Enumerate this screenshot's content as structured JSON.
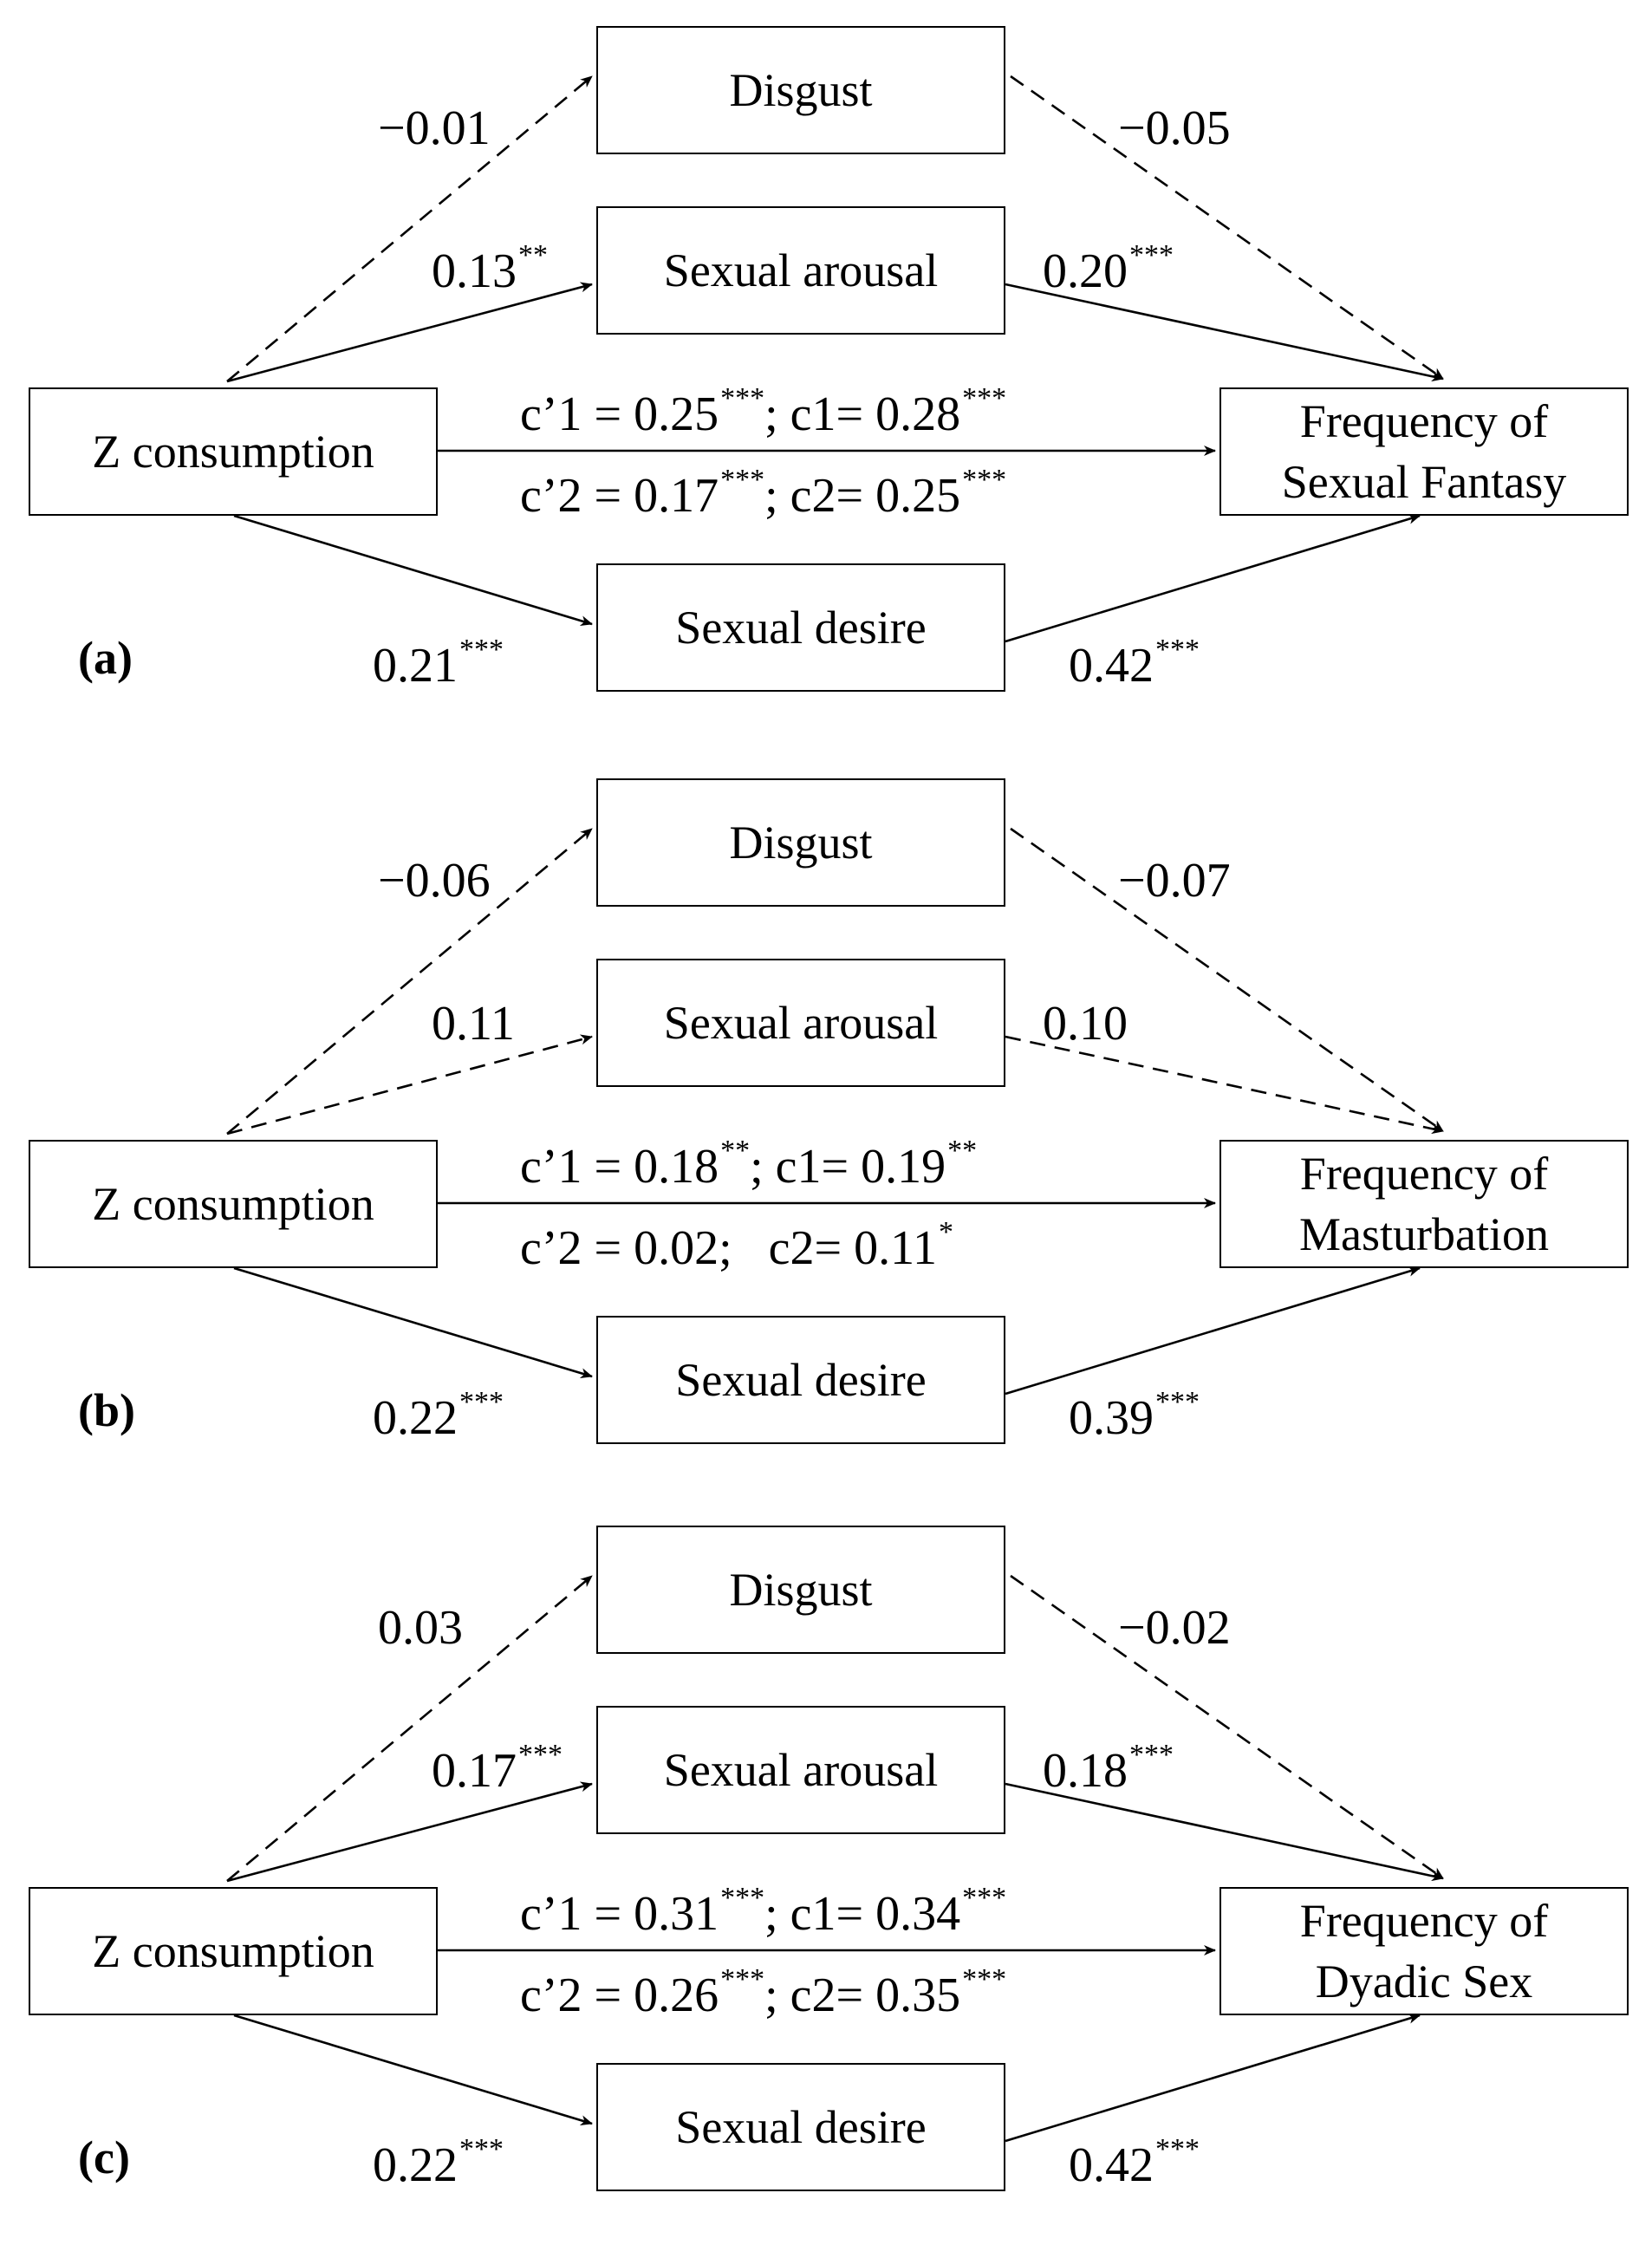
{
  "panels": [
    {
      "label": "(a)",
      "predictor": "Z consumption",
      "mediators": {
        "disgust": "Disgust",
        "arousal": "Sexual arousal",
        "desire": "Sexual desire"
      },
      "outcome_line1": "Frequency of",
      "outcome_line2": "Sexual Fantasy",
      "coef": {
        "disgust_a": "−0.01",
        "disgust_a_sig": "",
        "disgust_b": "−0.05",
        "disgust_b_sig": "",
        "arousal_a": "0.13",
        "arousal_a_sig": "**",
        "arousal_b": "0.20",
        "arousal_b_sig": "***",
        "desire_a": "0.21",
        "desire_a_sig": "***",
        "desire_b": "0.42",
        "desire_b_sig": "***",
        "direct1_a": "c’1 = 0.25",
        "direct1_a_sig": "***",
        "direct1_b": "; c1= 0.28",
        "direct1_b_sig": "***",
        "direct2_a": "c’2 = 0.17",
        "direct2_a_sig": "***",
        "direct2_b": "; c2= 0.25",
        "direct2_b_sig": "***"
      },
      "paths": {
        "disgust_a": "dashed",
        "disgust_b": "dashed",
        "arousal_a": "solid",
        "arousal_b": "solid",
        "desire_a": "solid",
        "desire_b": "solid"
      }
    },
    {
      "label": "(b)",
      "predictor": "Z consumption",
      "mediators": {
        "disgust": "Disgust",
        "arousal": "Sexual arousal",
        "desire": "Sexual desire"
      },
      "outcome_line1": "Frequency of",
      "outcome_line2": "Masturbation",
      "coef": {
        "disgust_a": "−0.06",
        "disgust_a_sig": "",
        "disgust_b": "−0.07",
        "disgust_b_sig": "",
        "arousal_a": "0.11",
        "arousal_a_sig": "",
        "arousal_b": "0.10",
        "arousal_b_sig": "",
        "desire_a": "0.22",
        "desire_a_sig": "***",
        "desire_b": "0.39",
        "desire_b_sig": "***",
        "direct1_a": "c’1 = 0.18",
        "direct1_a_sig": "**",
        "direct1_b": "; c1= 0.19",
        "direct1_b_sig": "**",
        "direct2_a": "c’2 = 0.02;",
        "direct2_a_sig": "",
        "direct2_b": "c2= 0.11",
        "direct2_b_sig": "*"
      },
      "paths": {
        "disgust_a": "dashed",
        "disgust_b": "dashed",
        "arousal_a": "dashed",
        "arousal_b": "dashed",
        "desire_a": "solid",
        "desire_b": "solid"
      }
    },
    {
      "label": "(c)",
      "predictor": "Z consumption",
      "mediators": {
        "disgust": "Disgust",
        "arousal": "Sexual arousal",
        "desire": "Sexual desire"
      },
      "outcome_line1": "Frequency of",
      "outcome_line2": "Dyadic Sex",
      "coef": {
        "disgust_a": "0.03",
        "disgust_a_sig": "",
        "disgust_b": "−0.02",
        "disgust_b_sig": "",
        "arousal_a": "0.17",
        "arousal_a_sig": "***",
        "arousal_b": "0.18",
        "arousal_b_sig": "***",
        "desire_a": "0.22",
        "desire_a_sig": "***",
        "desire_b": "0.42",
        "desire_b_sig": "***",
        "direct1_a": "c’1 = 0.31",
        "direct1_a_sig": "***",
        "direct1_b": "; c1= 0.34",
        "direct1_b_sig": "***",
        "direct2_a": "c’2 = 0.26",
        "direct2_a_sig": "***",
        "direct2_b": "; c2= 0.35",
        "direct2_b_sig": "***"
      },
      "paths": {
        "disgust_a": "dashed",
        "disgust_b": "dashed",
        "arousal_a": "solid",
        "arousal_b": "solid",
        "desire_a": "solid",
        "desire_b": "solid"
      }
    }
  ]
}
